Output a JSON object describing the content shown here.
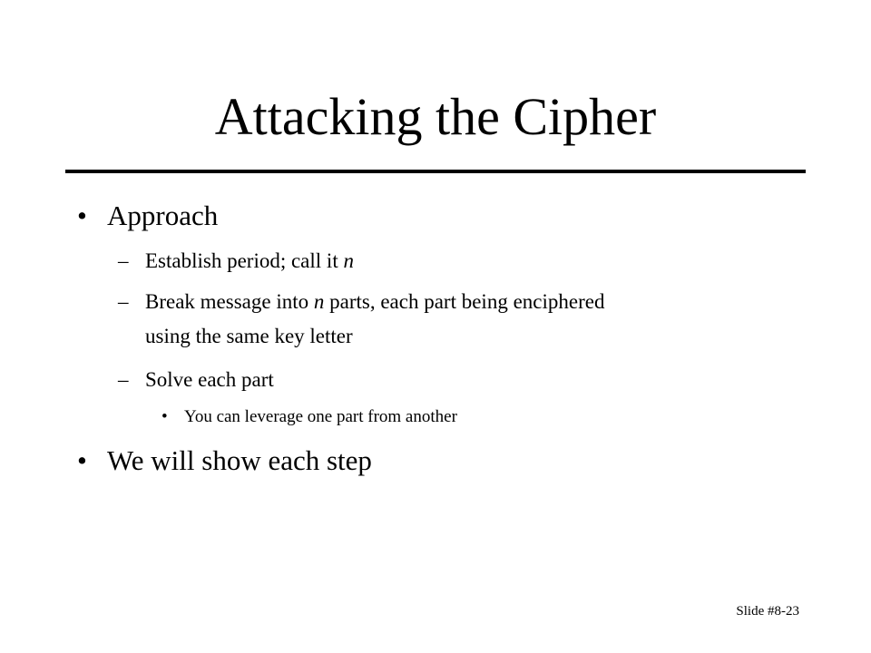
{
  "slide": {
    "title": "Attacking the Cipher",
    "bullet_char": "•",
    "dash_char": "–",
    "items": [
      {
        "text": "Approach"
      },
      {
        "pre": "Establish period; call it ",
        "em": "n",
        "post": ""
      },
      {
        "pre": "Break message into ",
        "em": "n",
        "post": " parts, each part being enciphered"
      },
      {
        "text": "using the same key letter"
      },
      {
        "text": "Solve each part"
      },
      {
        "text": "You can leverage one part from another"
      },
      {
        "text": "We will show each step"
      }
    ],
    "footer": "Slide #8-23"
  }
}
